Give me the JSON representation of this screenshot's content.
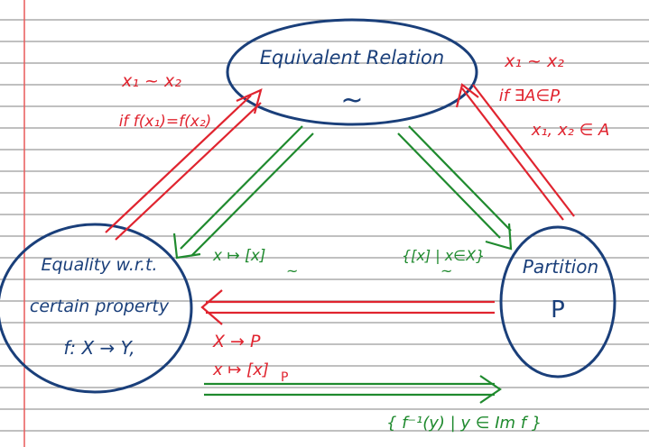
{
  "colors": {
    "ink_blue": "#1a3f7a",
    "ink_red": "#e0242f",
    "ink_green": "#1f8a2e",
    "ruled_line": "#9a9a9a",
    "margin_line": "#e85a5a"
  },
  "nodes": {
    "equivalent_relation": {
      "label": "Equivalent Relation",
      "symbol": "~"
    },
    "equality_property": {
      "line1": "Equality w.r.t.",
      "line2": "certain property",
      "line3": "f: X → Y,"
    },
    "partition": {
      "label": "Partition",
      "symbol": "P"
    }
  },
  "edges": {
    "equality_to_relation": {
      "line1": "x₁ ~ x₂",
      "line2": "if f(x₁)=f(x₂)"
    },
    "partition_to_relation": {
      "line1": "x₁ ~ x₂",
      "line2": "if ∃A∈P,",
      "line3": "x₁, x₂ ∈ A"
    },
    "relation_to_equality": {
      "label": "x ↦ [x]",
      "subscript": "~"
    },
    "relation_to_partition": {
      "label": "{[x] | x∈X}",
      "subscript": "~"
    },
    "partition_to_equality": {
      "line1": "X → P",
      "line2": "x ↦ [x]",
      "subscript": "P"
    },
    "equality_to_partition": {
      "label": "{ f⁻¹(y) | y ∈ Im f }"
    }
  }
}
